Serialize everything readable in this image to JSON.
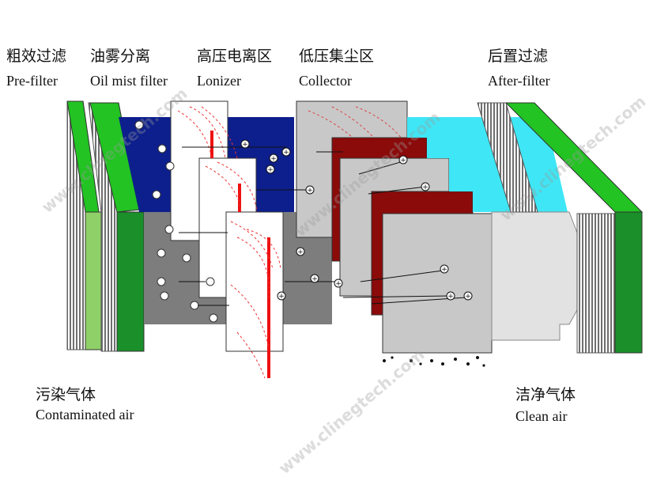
{
  "stages": [
    {
      "zh": "粗效过滤",
      "en": "Pre-filter"
    },
    {
      "zh": "油雾分离",
      "en": "Oil mist filter"
    },
    {
      "zh": "高压电离区",
      "en": "Lonizer"
    },
    {
      "zh": "低压集尘区",
      "en": "Collector"
    },
    {
      "zh": "后置过滤",
      "en": "After-filter"
    }
  ],
  "inlet": {
    "zh": "污染气体",
    "en": "Contaminated air"
  },
  "outlet": {
    "zh": "洁净气体",
    "en": "Clean air"
  },
  "watermark": "www.clinegtech.com",
  "colors": {
    "filter_green": "#22c322",
    "filter_light_green": "#8fd068",
    "dirty_air_blue": "#0d1f8c",
    "dirty_air_gray": "#7d7d7d",
    "collector_plate_gray": "#c8c8c8",
    "collector_plate_red": "#8b0a0a",
    "clean_air_cyan": "#3fe6f5",
    "ionizer_wire_red": "#ee1111"
  }
}
